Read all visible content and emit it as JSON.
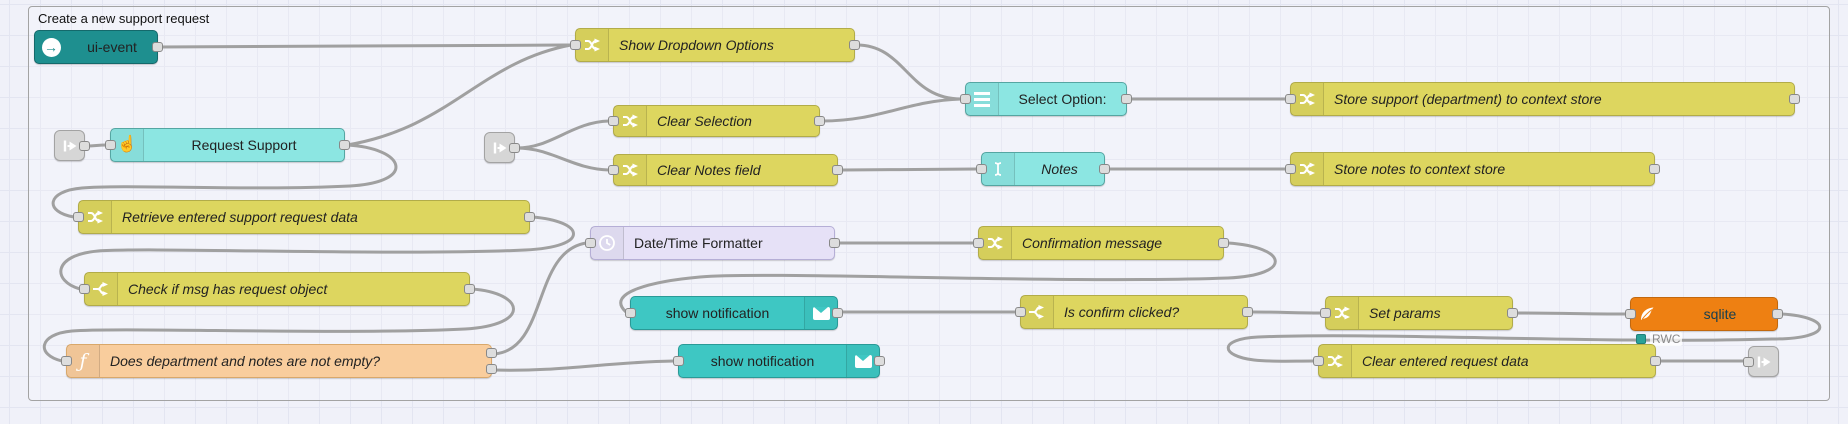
{
  "group": {
    "label": "Create a new support request"
  },
  "nodes": [
    {
      "id": "ui-event",
      "label": "ui-event",
      "icon": "circle-right-arrow-icon"
    },
    {
      "id": "show-dropdown",
      "label": "Show Dropdown Options",
      "icon": "shuffle-icon"
    },
    {
      "id": "select-option",
      "label": "Select Option:",
      "icon": "hamburger-icon"
    },
    {
      "id": "store-support",
      "label": "Store support (department) to context store",
      "icon": "shuffle-icon"
    },
    {
      "id": "clear-selection",
      "label": "Clear Selection",
      "icon": "shuffle-icon"
    },
    {
      "id": "link-in-1",
      "label": "",
      "icon": "link-in-icon"
    },
    {
      "id": "request-support",
      "label": "Request Support",
      "icon": "hand-pointer-icon"
    },
    {
      "id": "link-in-2",
      "label": "",
      "icon": "link-in-icon"
    },
    {
      "id": "clear-notes",
      "label": "Clear Notes field",
      "icon": "shuffle-icon"
    },
    {
      "id": "notes",
      "label": "Notes",
      "icon": "text-cursor-icon"
    },
    {
      "id": "store-notes",
      "label": "Store notes to context store",
      "icon": "shuffle-icon"
    },
    {
      "id": "retrieve-data",
      "label": "Retrieve entered support request data",
      "icon": "shuffle-icon"
    },
    {
      "id": "datetime-formatter",
      "label": "Date/Time Formatter",
      "icon": "clock-icon"
    },
    {
      "id": "confirmation-msg",
      "label": "Confirmation message",
      "icon": "shuffle-icon"
    },
    {
      "id": "check-request-obj",
      "label": "Check if msg has request object",
      "icon": "fork-icon"
    },
    {
      "id": "check-not-empty",
      "label": "Does department and notes are not empty?",
      "icon": "function-icon"
    },
    {
      "id": "show-notification-1",
      "label": "show notification",
      "icon": "envelope-icon"
    },
    {
      "id": "is-confirm-clicked",
      "label": "Is confirm clicked?",
      "icon": "fork-icon"
    },
    {
      "id": "set-params",
      "label": "Set params",
      "icon": "shuffle-icon"
    },
    {
      "id": "sqlite",
      "label": "sqlite",
      "icon": "feather-icon"
    },
    {
      "id": "show-notification-2",
      "label": "show notification",
      "icon": "envelope-icon"
    },
    {
      "id": "clear-entered",
      "label": "Clear entered request data",
      "icon": "shuffle-icon"
    },
    {
      "id": "link-out",
      "label": "",
      "icon": "link-out-icon"
    }
  ],
  "sqlite_status": {
    "text": "RWC"
  },
  "colors": {
    "canvas_bg": "#f0f1f9",
    "grid_line": "#e3e5f1",
    "group_border": "#a3a3a3",
    "wire": "#8b8b8b",
    "node_teal": "#1e8f8f",
    "node_widget": "#8ce6e2",
    "node_widget_border": "#55a6a2",
    "node_notification": "#3ec7c3",
    "node_notification_border": "#2a9a97",
    "node_change": "#ddd65f",
    "node_change_border": "#b2ac49",
    "node_function": "#f9cd9d",
    "node_function_border": "#d9a86b",
    "node_datetime": "#e6e1f7",
    "node_datetime_border": "#b5aed6",
    "node_sqlite": "#ee8012",
    "node_sqlite_border": "#c2680e",
    "node_link": "#d6d6d6",
    "node_link_border": "#a3a3a3",
    "port_bg": "#dddddd",
    "port_border": "#888888",
    "status_dot": "#2aa198",
    "sqlite_label": "#173f4f",
    "label": "#222222"
  }
}
